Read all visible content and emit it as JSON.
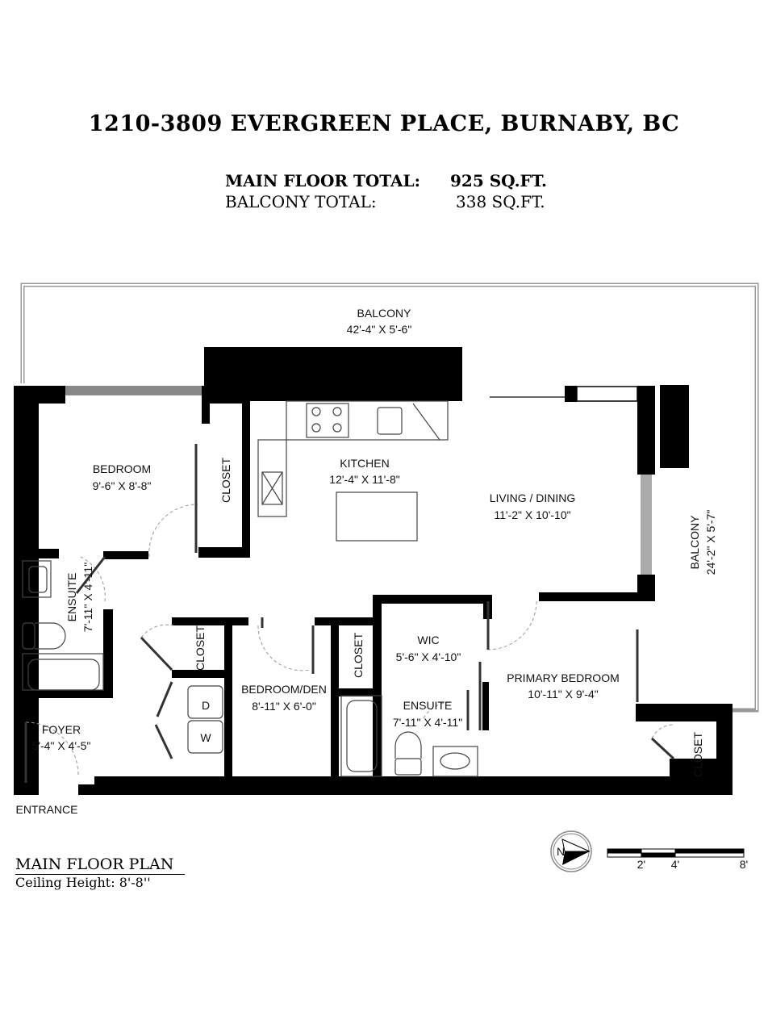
{
  "header": {
    "title": "1210-3809 EVERGREEN PLACE, BURNABY, BC"
  },
  "totals": [
    {
      "label": "MAIN FLOOR TOTAL:",
      "value": "925 SQ.FT."
    },
    {
      "label": "BALCONY TOTAL:",
      "value": "338 SQ.FT."
    }
  ],
  "rooms": {
    "balcony_top": {
      "name": "BALCONY",
      "dims": "42'-4\" X 5'-6\""
    },
    "balcony_right": {
      "name": "BALCONY",
      "dims": "24'-2\" X 5'-7\""
    },
    "bedroom": {
      "name": "BEDROOM",
      "dims": "9'-6\" X 8'-8\""
    },
    "closet1": {
      "name": "CLOSET"
    },
    "kitchen": {
      "name": "KITCHEN",
      "dims": "12'-4\" X 11'-8\""
    },
    "living": {
      "name": "LIVING / DINING",
      "dims": "11'-2\" X 10'-10\""
    },
    "ensuite1": {
      "name": "ENSUITE",
      "dims": "7'-11\" X 4'-11\""
    },
    "closet2": {
      "name": "CLOSET"
    },
    "bedroom_den": {
      "name": "BEDROOM/DEN",
      "dims": "8'-11\" X 6'-0\""
    },
    "closet3": {
      "name": "CLOSET"
    },
    "wic": {
      "name": "WIC",
      "dims": "5'-6\" X 4'-10\""
    },
    "ensuite2": {
      "name": "ENSUITE",
      "dims": "7'-11\" X 4'-11\""
    },
    "primary": {
      "name": "PRIMARY BEDROOM",
      "dims": "10'-11\" X 9'-4\""
    },
    "closet4": {
      "name": "CLOSET"
    },
    "foyer": {
      "name": "FOYER",
      "dims": "5'-4\" X 4'-5\""
    },
    "entrance": "ENTRANCE",
    "dryer": "D",
    "washer": "W"
  },
  "compass": {
    "label": "N"
  },
  "scale": {
    "ticks": [
      "2'",
      "4'",
      "8'"
    ]
  },
  "footer": {
    "plan_title": "MAIN FLOOR PLAN",
    "ceiling": "Ceiling Height: 8'-8''"
  }
}
